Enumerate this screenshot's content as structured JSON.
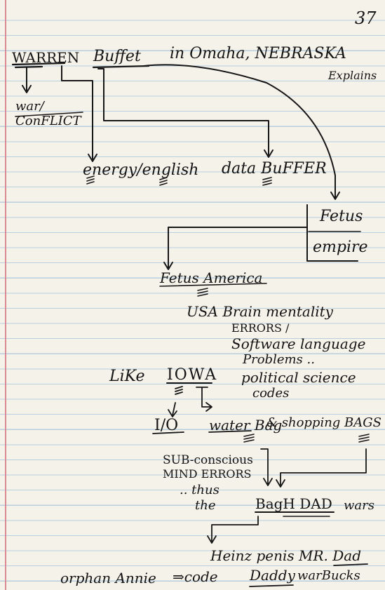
{
  "page_number": "37",
  "notes": {
    "line1": {
      "warren": "WARREN",
      "buffet": "Buffet",
      "location": "in Omaha, NEBRASKA",
      "explains": "Explains"
    },
    "war_conflict": "war/ ConFLICT",
    "energy_english": "energy/english",
    "data_buffer": "data BuFFER",
    "fetus": "Fetus",
    "empire": "empire",
    "fetus_america": "Fetus America",
    "usa_line": "USA Brain mentality",
    "errors": "ERRORS /",
    "software": "Software language",
    "problems": "Problems ..",
    "like": "LiKe",
    "iowa": "IOWA",
    "political_science": "political science",
    "codes": "codes",
    "io": "I/O",
    "water_bag": "water Bag",
    "shopping_bags": "& shopping BAGS",
    "subconscious": "SUB-conscious",
    "mind_errors": "MIND ERRORS",
    "thus": ".. thus",
    "the": "the",
    "baghdad": "BagH DAD",
    "wars": "wars",
    "heinz": "Heinz penis MR. Dad",
    "orphan_annie": "orphan Annie",
    "arrow_code": "⇒code",
    "daddy": "Daddy",
    "warbucks": "warBucks"
  }
}
